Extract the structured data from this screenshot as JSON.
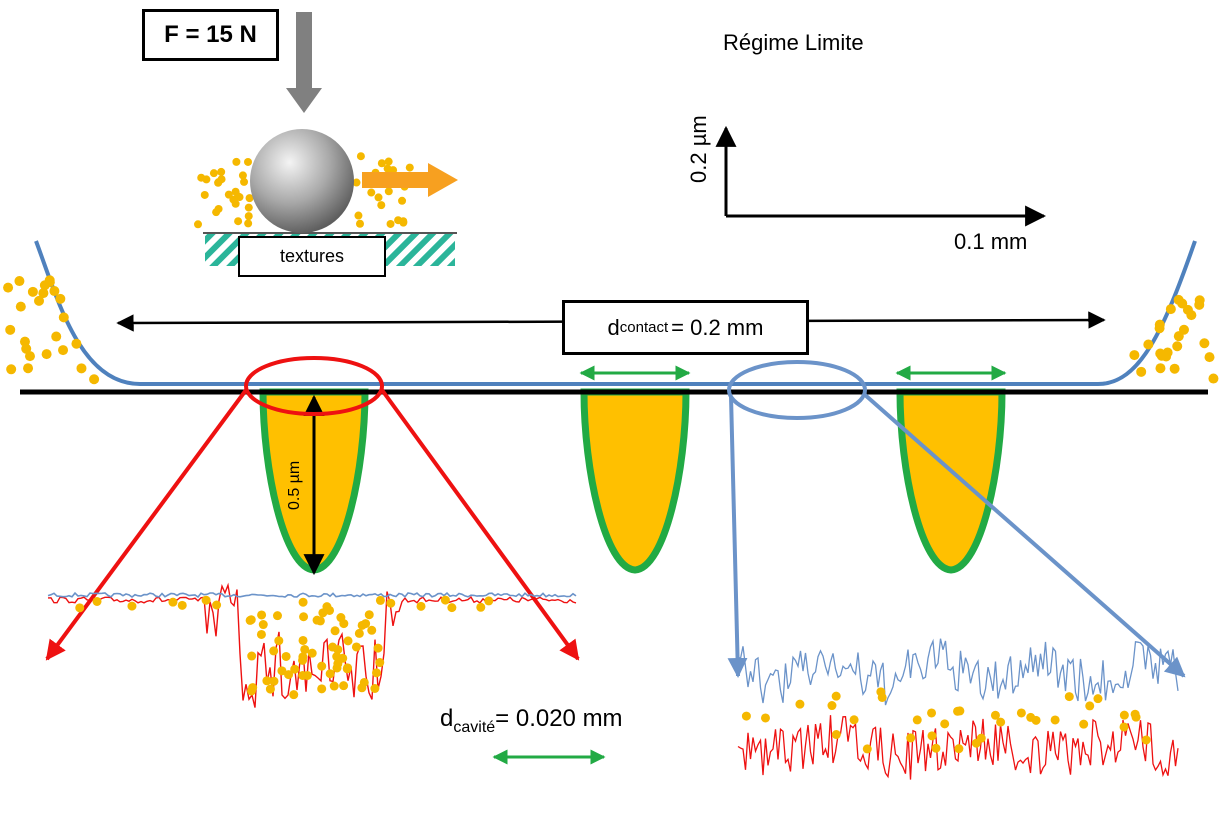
{
  "title": "Régime Limite",
  "force": {
    "label": "F = 15 N"
  },
  "inset": {
    "surface_label": "textures"
  },
  "scale_bar": {
    "vertical_label": "0.2 µm",
    "horizontal_label": "0.1 mm"
  },
  "contact": {
    "symbol": "d",
    "subscript": "contact",
    "value": "= 0.2 mm"
  },
  "cavity": {
    "symbol": "d",
    "subscript": "cavité",
    "value": "= 0.020 mm",
    "depth_label": "0.5 µm"
  },
  "colors": {
    "lubricant_particles": "#f5b800",
    "cavity_fill": "#ffc000",
    "cavity_border": "#22aa44",
    "contact_profile": "#4f81bd",
    "zoom_textured": "#ee1111",
    "zoom_untextured": "#6b93c9",
    "width_arrows": "#22aa44",
    "force_arrow": "#808080",
    "sliding_arrow": "#f7a020"
  }
}
